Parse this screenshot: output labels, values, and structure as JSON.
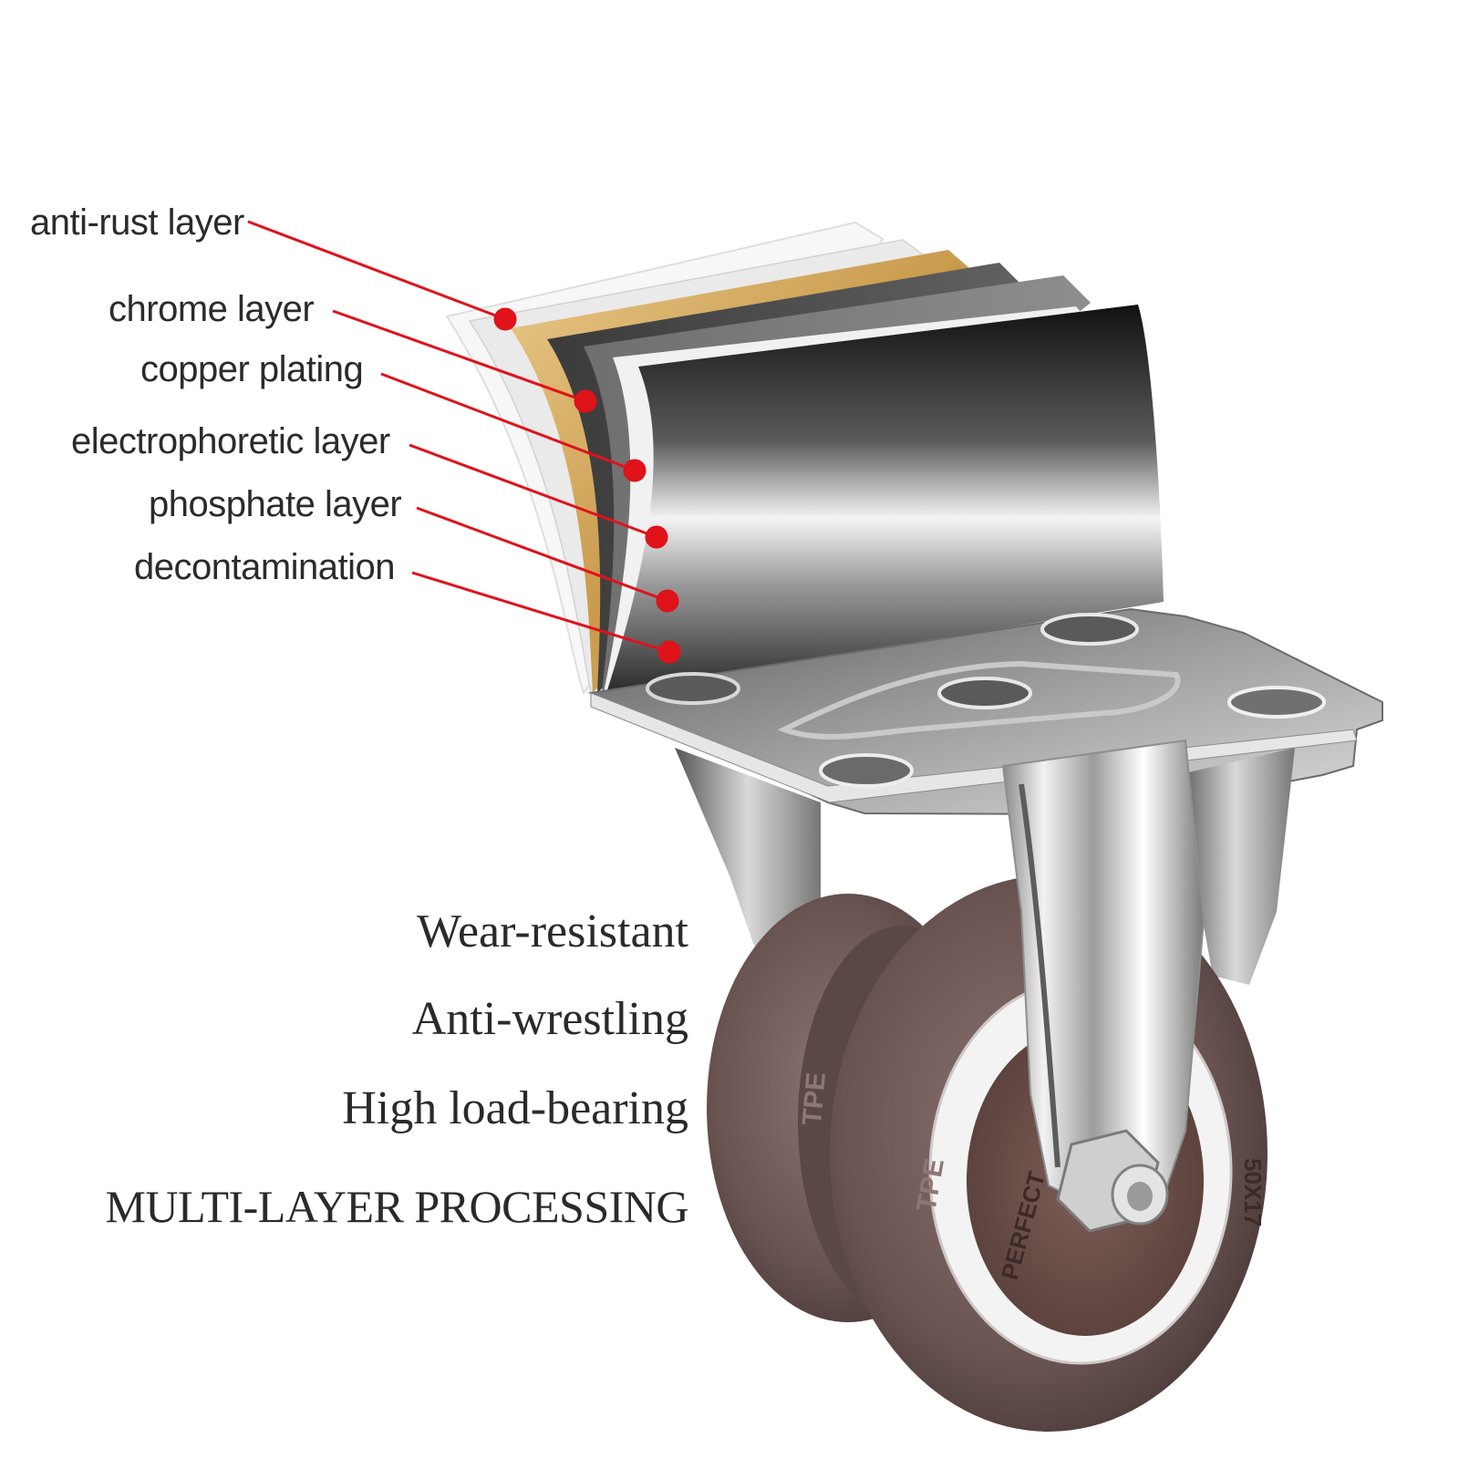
{
  "layers": [
    "anti-rust layer",
    "chrome layer",
    "copper plating",
    "electrophoretic layer",
    "phosphate layer",
    "decontamination"
  ],
  "features": [
    "Wear-resistant",
    "Anti-wrestling",
    "High load-bearing",
    "MULTI-LAYER PROCESSING"
  ],
  "wheel_marks": {
    "tpe_front": "TPE",
    "tpe_back": "TPE",
    "brand": "PERFECT",
    "size": "50X17"
  },
  "colors": {
    "leader_line": "#e0121a",
    "wheel_rubber": "#6b5553",
    "copper": "#d8b06a",
    "chrome": "#c8c8c8",
    "text": "#2b2b2b"
  }
}
